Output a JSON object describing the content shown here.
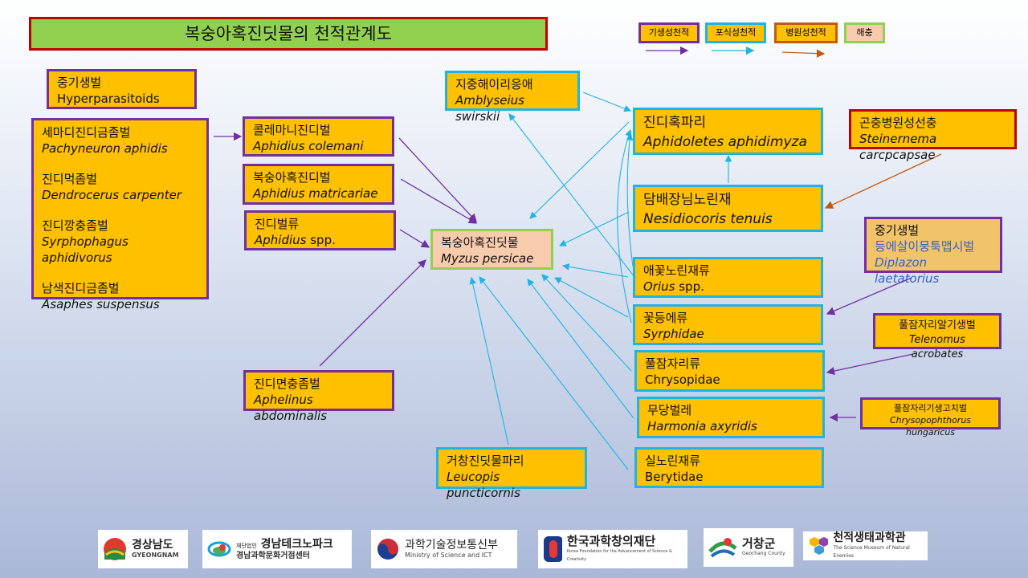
{
  "title": "복숭아혹진딧물의 천적관계도",
  "legend": [
    {
      "label": "기생성천적",
      "color": "#7030a0"
    },
    {
      "label": "포식성천적",
      "color": "#1fb4e4"
    },
    {
      "label": "병원성천적",
      "color": "#c55a11"
    },
    {
      "label": "해충",
      "color": "#92d050"
    }
  ],
  "pest": {
    "ko": "복숭아혹진딧물",
    "sci": "Myzus persicae"
  },
  "hyper": {
    "ko": "중기생벌",
    "en": "Hyperparasitoids"
  },
  "hyper_list": [
    {
      "ko": "세마디진디금좀벌",
      "sci": "Pachyneuron aphidis"
    },
    {
      "ko": "진디먹좀벌",
      "sci": "Dendrocerus carpenter"
    },
    {
      "ko": "진디깡충좀벌",
      "sci": "Syrphophagus aphidivorus"
    },
    {
      "ko": "남색진디금좀벌",
      "sci": "Asaphes suspensus"
    }
  ],
  "parasitoids": [
    {
      "ko": "콜레마니진디벌",
      "sci": "Aphidius colemani"
    },
    {
      "ko": "복숭아혹진디벌",
      "sci": "Aphidius matricariae"
    },
    {
      "ko": "진디벌류",
      "sci": "Aphidius",
      "sci_suffix": " spp."
    },
    {
      "ko": "진디면충좀벌",
      "sci": "Aphelinus abdominalis"
    }
  ],
  "predators": {
    "mite": {
      "ko": "지중해이리응애",
      "sci": "Amblyseius swirskii"
    },
    "gallmidge": {
      "ko": "진디혹파리",
      "sci": "Aphidoletes aphidimyza"
    },
    "mirid": {
      "ko": "담배장님노린재",
      "sci": "Nesidiocoris tenuis"
    },
    "orius": {
      "ko": "애꽃노린재류",
      "sci": "Orius",
      "sci_suffix": " spp."
    },
    "syrphid": {
      "ko": "꽃등에류",
      "sci": "Syrphidae"
    },
    "lacewing": {
      "ko": "풀잠자리류",
      "sci": "Chrysopidae"
    },
    "ladybird": {
      "ko": "무당벌레",
      "sci": "Harmonia axyridis"
    },
    "berytid": {
      "ko": "실노린재류",
      "sci": "Berytidae"
    },
    "leucopis": {
      "ko": "거창진딧물파리",
      "sci": "Leucopis puncticornis"
    }
  },
  "nematode": {
    "ko": "곤충병원성선충",
    "sci": "Steinernema carcpcapsae"
  },
  "diplazon": {
    "ko1": "중기생벌",
    "ko2": "등에살이뭉툭맵시벌",
    "sci": "Diplazon laetatorius"
  },
  "telenomus": {
    "ko": "풀잠자리알기생벌",
    "sci": "Telenomus  acrobates"
  },
  "chrysopo": {
    "ko": "풀잠자리기생고치벌",
    "sci": "Chrysopophthorus hungaricus"
  },
  "logos": [
    {
      "name": "경상남도",
      "sub": "GYEONGNAM"
    },
    {
      "name": "경남테크노파크",
      "sub": "경남과학문화거점센터",
      "prefix": "재단법인"
    },
    {
      "name": "과학기술정보통신부",
      "sub": "Ministry of Science and ICT"
    },
    {
      "name": "한국과학창의재단",
      "sub": "Korea Foundation for the Advancement of Science & Creativity"
    },
    {
      "name": "거창군",
      "sub": "Geochang County"
    },
    {
      "name": "천적생태과학관",
      "sub": "The Science Museum of Natural Enemies"
    }
  ]
}
